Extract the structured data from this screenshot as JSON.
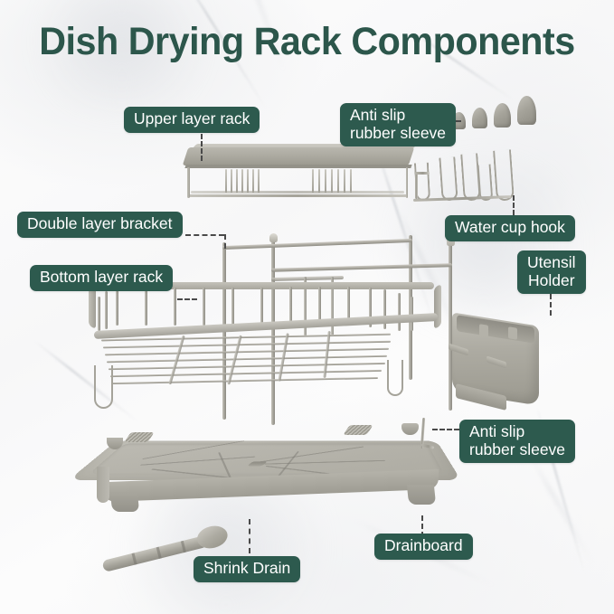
{
  "title": "Dish Drying Rack Components",
  "theme": {
    "label_bg": "#2d5a4e",
    "label_text": "#ffffff",
    "title_color": "#2c564b",
    "leader_line": "#4a4a4a",
    "product_gray": "#aaa89f",
    "background": "#fbfbfc"
  },
  "labels": [
    {
      "id": "upper-layer-rack",
      "text": "Upper layer rack"
    },
    {
      "id": "anti-slip-top",
      "text": "Anti slip\nrubber sleeve"
    },
    {
      "id": "double-layer-bracket",
      "text": "Double layer bracket"
    },
    {
      "id": "water-cup-hook",
      "text": "Water cup hook"
    },
    {
      "id": "bottom-layer-rack",
      "text": "Bottom layer rack"
    },
    {
      "id": "utensil-holder",
      "text": "Utensil\nHolder"
    },
    {
      "id": "anti-slip-bottom",
      "text": "Anti slip\nrubber sleeve"
    },
    {
      "id": "drainboard",
      "text": "Drainboard"
    },
    {
      "id": "shrink-drain",
      "text": "Shrink Drain"
    }
  ],
  "parts": {
    "upper_rack": "upper layer rack tray with wire dish dividers",
    "anti_slip_caps": "four gray rubber sleeve caps",
    "water_cup_hook": "wire hook rack with four prongs",
    "double_layer_bracket": "wire support bracket frame",
    "bottom_rack": "wire basket bottom layer rack",
    "utensil_holder": "gray plastic utensil holder with dividers",
    "drainboard": "gray drainboard tray with drainage channels",
    "shrink_drain": "retractable drain spout"
  }
}
